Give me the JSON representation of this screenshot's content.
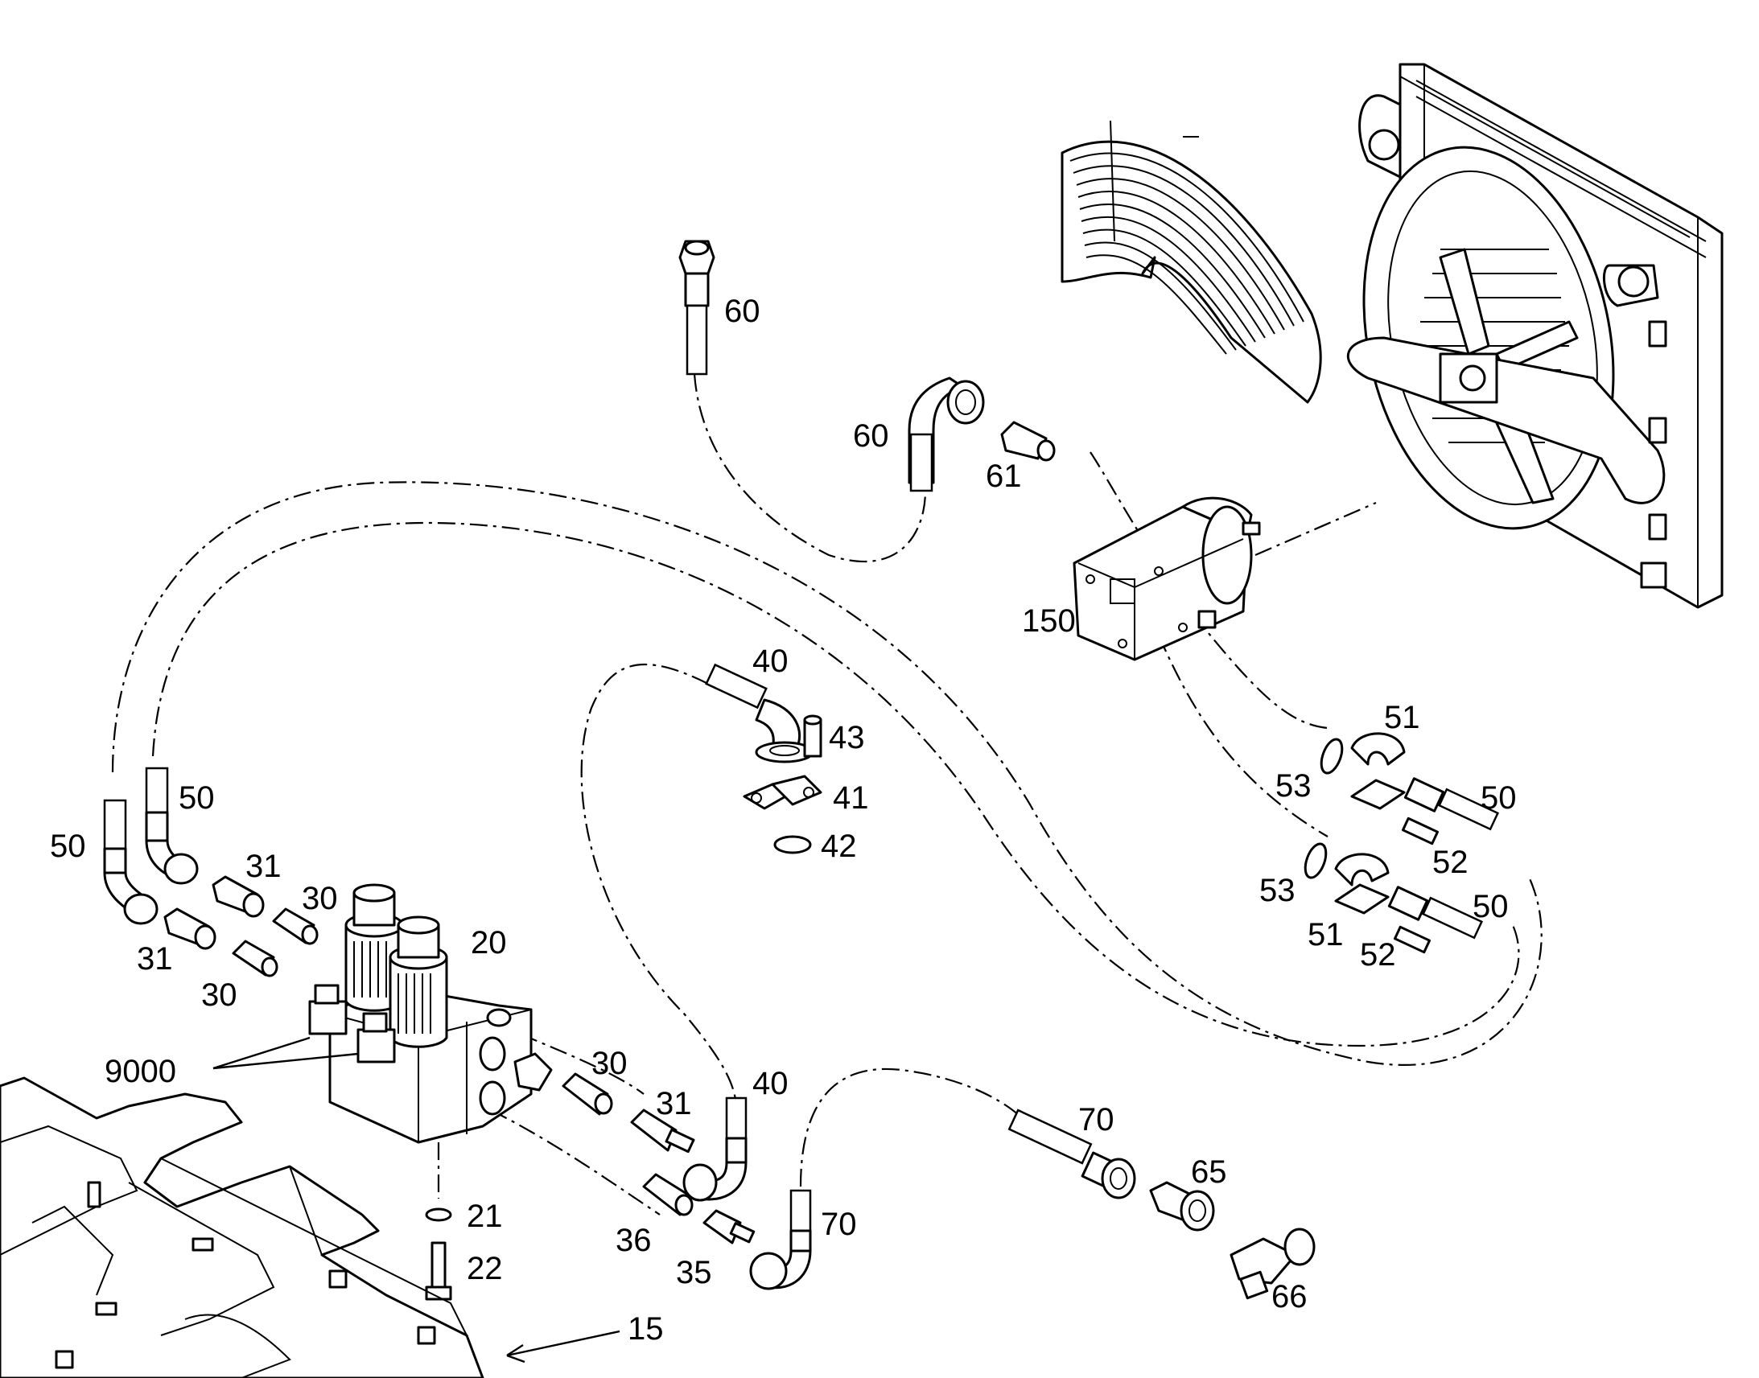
{
  "diagram": {
    "labels": {
      "p60a": "60",
      "p60b": "60",
      "p61": "61",
      "p150": "150",
      "p40a": "40",
      "p43": "43",
      "p41": "41",
      "p42": "42",
      "p51a": "51",
      "p53a": "53",
      "p50a": "50",
      "p52a": "52",
      "p53b": "53",
      "p51b": "51",
      "p52b": "52",
      "p50b": "50",
      "p50c": "50",
      "p50d": "50",
      "p31a": "31",
      "p30a": "30",
      "p31b": "31",
      "p30b": "30",
      "p20": "20",
      "p9000": "9000",
      "p30c": "30",
      "p31c": "31",
      "p40b": "40",
      "p70a": "70",
      "p65": "65",
      "p66": "66",
      "p36": "36",
      "p35": "35",
      "p70b": "70",
      "p21": "21",
      "p22": "22",
      "p15": "15"
    },
    "colors": {
      "line": "#000000",
      "background": "#ffffff"
    }
  }
}
